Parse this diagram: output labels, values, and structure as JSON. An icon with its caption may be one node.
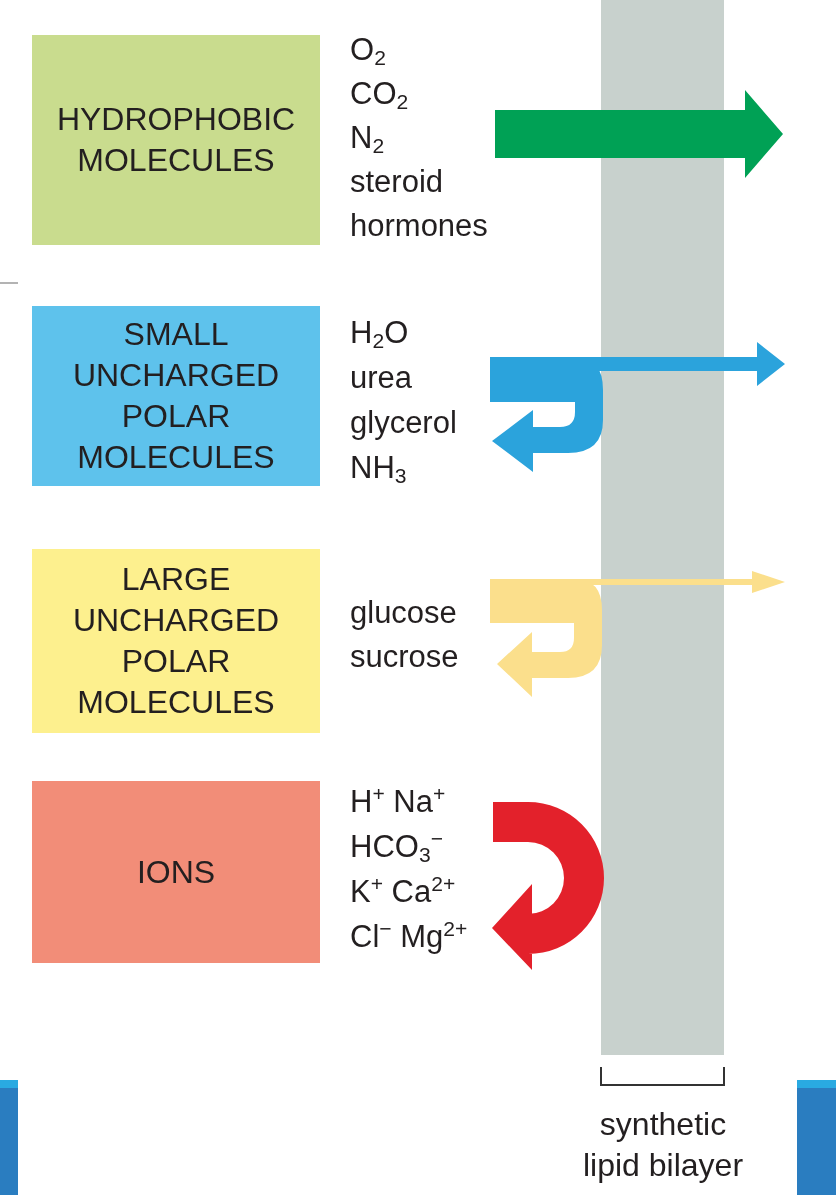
{
  "diagram": {
    "nodes": [
      {
        "text": [
          "HYDROPHOBIC MOLECULES"
        ],
        "beside": [
          "O$_{2}$",
          "CO$_{2}$",
          "N$_{2}$",
          "steroid hormones"
        ]
      },
      {
        "text": [
          "SMALL UNCHARGED POLAR MOLECULES"
        ],
        "beside": [
          "H$_{2}$O",
          "urea",
          "glycerol",
          "NH$_{3}$"
        ]
      },
      {
        "text": [
          "LARGE UNCHARGED POLAR MOLECULES"
        ],
        "beside": [
          "glucose",
          "sucrose"
        ]
      },
      {
        "text": [
          "IONS"
        ],
        "beside": [
          "H$^{+}$ Na$^{+}$",
          "HCO$_{3}$$^{−}$",
          "K$^{+}$ Ca$^{2+}$",
          "Cl$^{−}$ Mg$^{2+}$"
        ]
      },
      {
        "text": [],
        "shape": "bar",
        "beside": [
          "synthetic lipid bilayer"
        ]
      }
    ]
  }
}
